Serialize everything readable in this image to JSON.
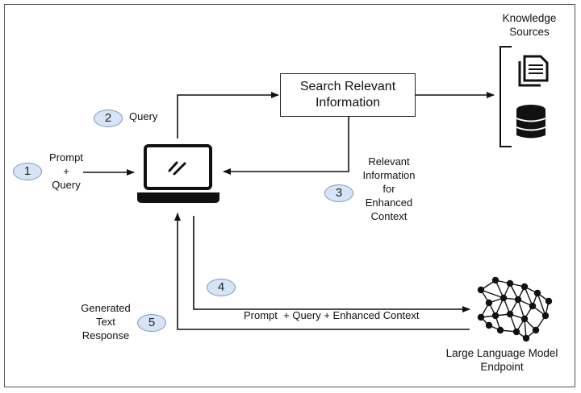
{
  "steps": [
    {
      "num": "1",
      "label_lines": [
        "Prompt",
        "+",
        "Query"
      ]
    },
    {
      "num": "2",
      "label_lines": [
        "Query"
      ]
    },
    {
      "num": "3",
      "label_lines": [
        "Relevant",
        "Information",
        "for",
        "Enhanced",
        "Context"
      ]
    },
    {
      "num": "4",
      "label_lines": [
        "Prompt  + Query + Enhanced Context"
      ]
    },
    {
      "num": "5",
      "label_lines": [
        "Generated",
        "Text",
        "Response"
      ]
    }
  ],
  "search_box": {
    "line1": "Search Relevant",
    "line2": "Information"
  },
  "knowledge": {
    "line1": "Knowledge",
    "line2": "Sources"
  },
  "llm": {
    "line1": "Large Language Model",
    "line2": "Endpoint"
  },
  "colors": {
    "badge_fill": "#d6e4f5",
    "badge_border": "#7a97bd",
    "line": "#111111"
  },
  "icons": {
    "client": "laptop-icon",
    "document": "document-icon",
    "database": "database-icon",
    "model": "neural-network-icon"
  }
}
